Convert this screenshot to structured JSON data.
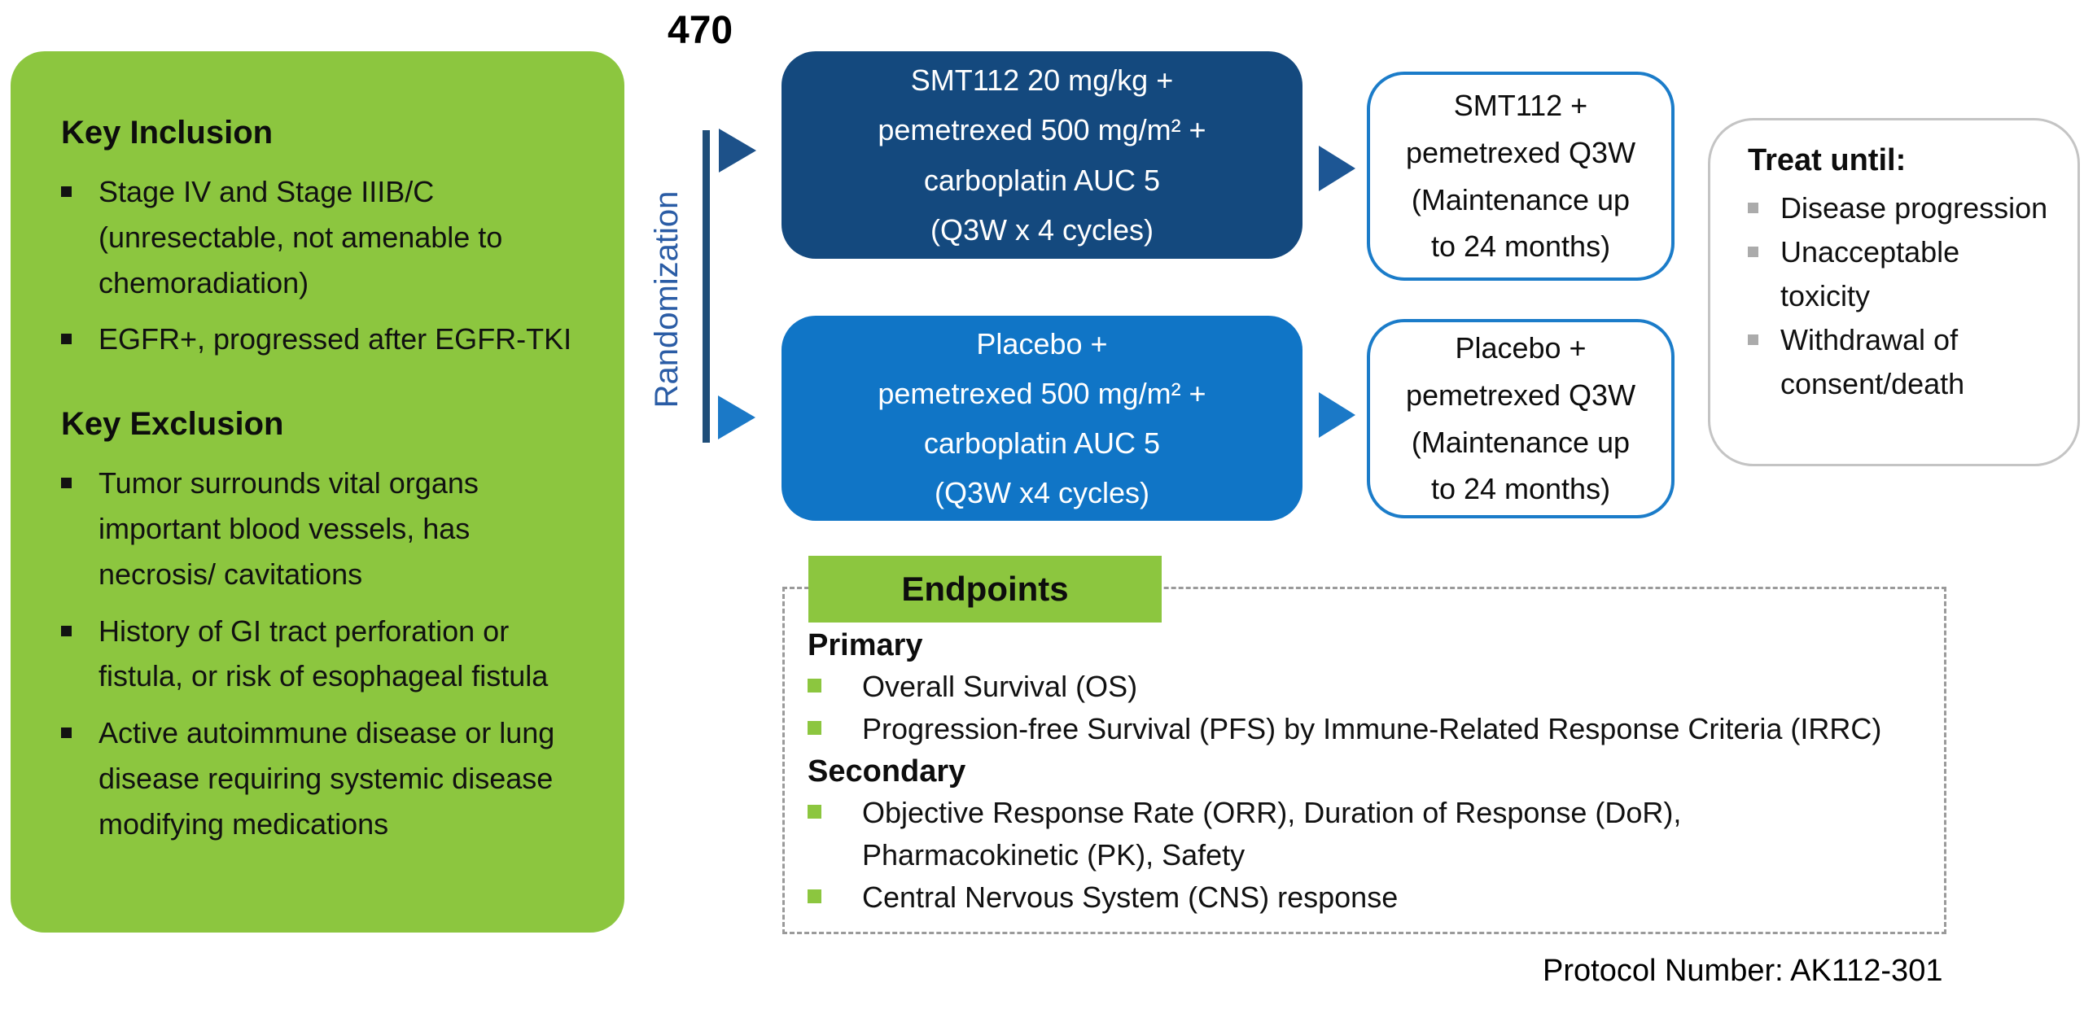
{
  "key_box": {
    "inclusion_title": "Key Inclusion",
    "inclusion_items": [
      "Stage IV and Stage IIIB/C (unresectable, not amenable to chemoradiation)",
      "EGFR+, progressed after EGFR-TKI"
    ],
    "exclusion_title": "Key Exclusion",
    "exclusion_items": [
      "Tumor surrounds vital organs important blood vessels, has necrosis/ cavitations",
      "History of GI tract perforation or fistula, or risk of esophageal fistula",
      "Active autoimmune disease or lung disease requiring systemic disease modifying medications"
    ]
  },
  "randomization": {
    "enrollment_n": "470",
    "label": "Randomization"
  },
  "arms": {
    "treatment": "SMT112 20 mg/kg +\npemetrexed 500 mg/m² +\ncarboplatin AUC 5\n(Q3W x 4 cycles)",
    "control": "Placebo +\npemetrexed 500 mg/m² +\ncarboplatin AUC 5\n(Q3W x4 cycles)"
  },
  "maintenance": {
    "treatment": "SMT112 +\npemetrexed Q3W\n(Maintenance up\nto 24 months)",
    "control": "Placebo +\npemetrexed Q3W\n(Maintenance up\nto 24 months)"
  },
  "treat_until": {
    "title": "Treat until:",
    "items": [
      "Disease progression",
      "Unacceptable toxicity",
      "Withdrawal of consent/death"
    ]
  },
  "endpoints": {
    "header": "Endpoints",
    "primary_label": "Primary",
    "primary_items": [
      "Overall Survival (OS)",
      "Progression-free Survival (PFS) by Immune-Related Response Criteria (IRRC)"
    ],
    "secondary_label": "Secondary",
    "secondary_items": [
      "Objective Response Rate (ORR), Duration of Response (DoR),\nPharmacokinetic (PK), Safety",
      "Central Nervous System (CNS) response"
    ]
  },
  "footer": {
    "protocol": "Protocol Number: AK112-301"
  },
  "colors": {
    "green": "#8CC63F",
    "dark_blue_arm": "#14497E",
    "light_blue_arm": "#1075C6",
    "blue_box_border": "#1B7CC9",
    "navy_line": "#1F4E79",
    "randomization_text": "#2A5CA5",
    "gray_box_border": "#C4C4C4",
    "dashed_border": "#9A9A9A",
    "gray_bullet": "#ABABAB",
    "text": "#111111"
  },
  "icons": {
    "flow_arrow": "right-pointing-triangle",
    "bullet_black": "small-black-square",
    "bullet_gray": "small-gray-square",
    "bullet_green": "small-green-square"
  }
}
